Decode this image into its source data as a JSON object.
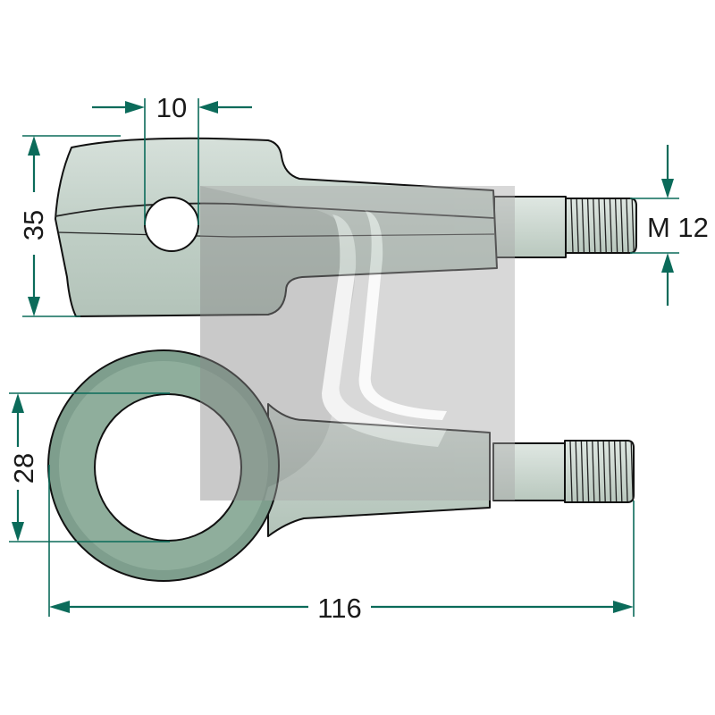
{
  "drawing": {
    "dimensions": {
      "hole_width": "10",
      "head_height": "35",
      "thread_size": "M 12",
      "eye_inner_diameter": "28",
      "overall_length": "116"
    },
    "colors": {
      "dimension": "#0b6b5a",
      "part_fill": "#c3d1c9",
      "ring_fill": "#7e9e8d",
      "watermark": "#bfbfbf"
    }
  }
}
